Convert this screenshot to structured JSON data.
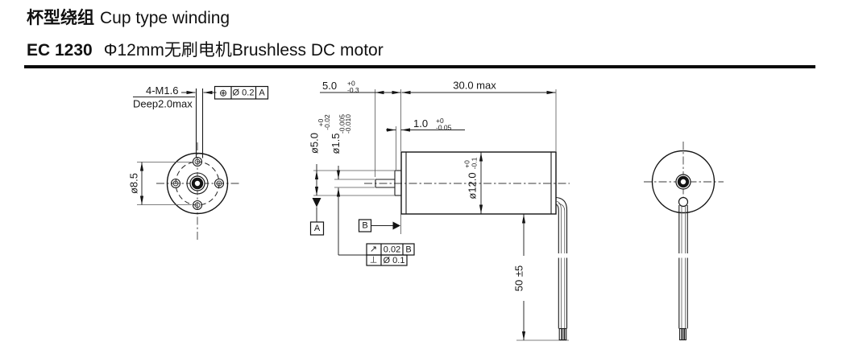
{
  "header": {
    "title_cn": "杯型绕组",
    "title_en": "Cup type winding",
    "model": "EC 1230",
    "subtitle": "Φ12mm无刷电机Brushless DC motor"
  },
  "colors": {
    "line": "#141414",
    "text": "#161616",
    "divider": "#0a0a0a"
  },
  "front_view": {
    "bolt_circle_dia": "ø8.5",
    "tapped_hole_callout_line1": "4-M1.6",
    "tapped_hole_callout_line2": "Deep2.0max",
    "position_fcf": {
      "symbol": "⊕",
      "tolerance": "Ø 0.2",
      "datum": "A"
    }
  },
  "side_view": {
    "shaft_extension": {
      "value": "5.0",
      "tol_upper": "+0",
      "tol_lower": "-0.3"
    },
    "body_length": "30.0 max",
    "boss_length": {
      "value": "1.0",
      "tol_upper": "+0",
      "tol_lower": "-0.05"
    },
    "boss_dia": {
      "value": "ø5.0",
      "tol_upper": "+0",
      "tol_lower": "-0.02"
    },
    "shaft_dia": {
      "value": "ø1.5",
      "tol_upper": "-0.005",
      "tol_lower": "-0.010"
    },
    "body_dia": {
      "value": "ø12.0",
      "tol_upper": "+0",
      "tol_lower": "-0.1"
    },
    "lead_length": "50 ±5",
    "datum_a": "A",
    "datum_b": "B",
    "runout_fcf": {
      "symbol": "↗",
      "tolerance": "0.02",
      "datum": "B"
    },
    "perpendicularity_fcf": {
      "symbol": "⊥",
      "tolerance": "Ø 0.1"
    }
  }
}
